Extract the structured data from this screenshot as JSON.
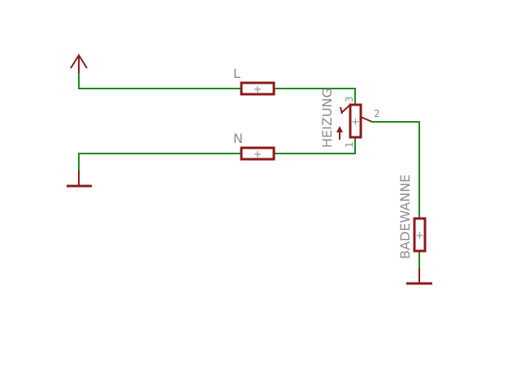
{
  "labels": {
    "fuse_l": "L",
    "fuse_n": "N",
    "heater": "HEIZUNG",
    "bathtub": "BADEWANNE",
    "pin_1": "1",
    "pin_2": "2",
    "pin_3": "3",
    "plus": "+"
  },
  "colors": {
    "wire": "#1c8a1c",
    "component": "#8b1a1a",
    "label": "#8c8c8c",
    "background": "#ffffff"
  },
  "icons": {
    "supply": "arrow-up-supply-icon",
    "ground": "ground-icon"
  }
}
